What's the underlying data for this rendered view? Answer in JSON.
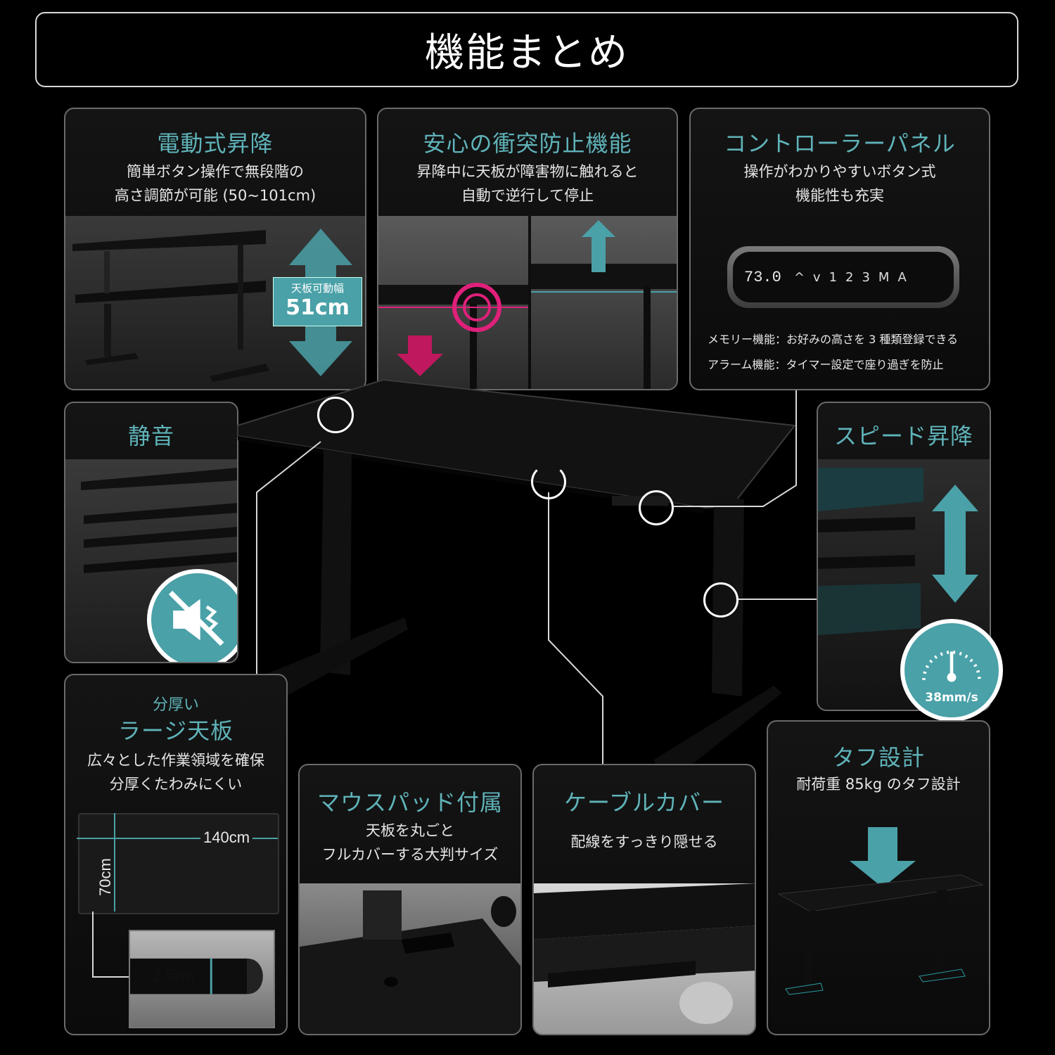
{
  "header": {
    "title": "機能まとめ"
  },
  "features": {
    "electric": {
      "title": "電動式昇降",
      "desc1": "簡単ボタン操作で無段階の",
      "desc2": "高さ調節が可能 (50~101cm)",
      "badge_label": "天板可動幅",
      "badge_value": "51cm"
    },
    "safety": {
      "title": "安心の衝突防止機能",
      "desc1": "昇降中に天板が障害物に触れると",
      "desc2": "自動で逆行して停止"
    },
    "controller": {
      "title": "コントローラーパネル",
      "desc1": "操作がわかりやすいボタン式",
      "desc2": "機能性も充実",
      "display": "73.0",
      "buttons": [
        "^",
        "v",
        "1",
        "2",
        "3",
        "M",
        "A"
      ],
      "note1": "メモリー機能：お好みの高さを 3 種類登録できる",
      "note2": "アラーム機能：タイマー設定で座り過ぎを防止"
    },
    "silent": {
      "title": "静音",
      "icon": "muted-speaker-icon"
    },
    "speed": {
      "title": "スピード昇降",
      "speed_value": "38mm/s",
      "icon": "speedometer-icon"
    },
    "large_top": {
      "title_small": "分厚い",
      "title": "ラージ天板",
      "desc1": "広々とした作業領域を確保",
      "desc2": "分厚くたわみにくい",
      "width": "140cm",
      "depth": "70cm",
      "thickness": "2.5cm"
    },
    "mousepad": {
      "title": "マウスパッド付属",
      "desc1": "天板を丸ごと",
      "desc2": "フルカバーする大判サイズ"
    },
    "cable": {
      "title": "ケーブルカバー",
      "desc1": "配線をすっきり隠せる"
    },
    "tough": {
      "title": "タフ設計",
      "desc1": "耐荷重 85kg のタフ設計"
    }
  },
  "colors": {
    "accent": "#5fb3b9",
    "badge": "#4aa1a8",
    "alert": "#e0207a",
    "background": "#000000"
  }
}
